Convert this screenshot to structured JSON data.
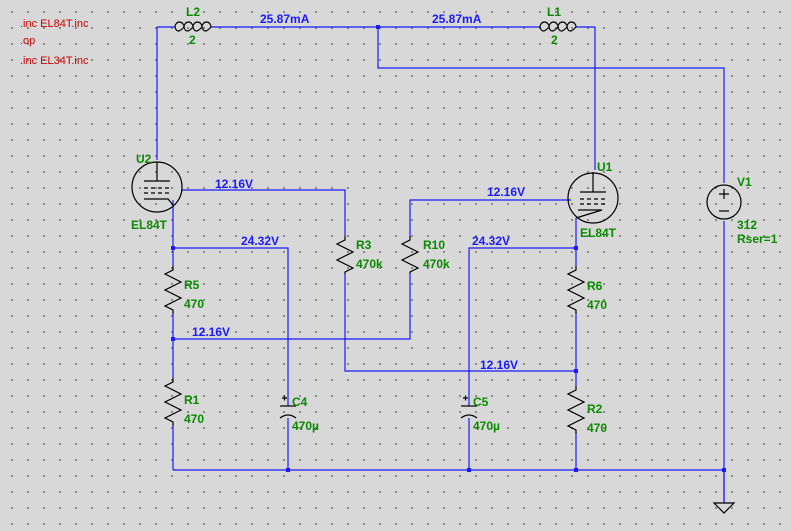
{
  "directives": [
    {
      "text": ".inc EL84T.inc"
    },
    {
      "text": ".op"
    },
    {
      "text": ".inc EL34T.inc"
    }
  ],
  "components": {
    "L2": {
      "name": "L2",
      "value": "2"
    },
    "L1": {
      "name": "L1",
      "value": "2"
    },
    "U2": {
      "name": "U2",
      "value": "EL84T"
    },
    "U1": {
      "name": "U1",
      "value": "EL84T"
    },
    "V1": {
      "name": "V1",
      "value": "312",
      "param": "Rser=1"
    },
    "R3": {
      "name": "R3",
      "value": "470k"
    },
    "R10": {
      "name": "R10",
      "value": "470k"
    },
    "R5": {
      "name": "R5",
      "value": "470"
    },
    "R6": {
      "name": "R6",
      "value": "470"
    },
    "R1": {
      "name": "R1",
      "value": "470"
    },
    "R2": {
      "name": "R2",
      "value": "470"
    },
    "C4": {
      "name": "C4",
      "value": "470µ"
    },
    "C5": {
      "name": "C5",
      "value": "470µ"
    }
  },
  "annotations": {
    "current_left": "25.87mA",
    "current_right": "25.87mA",
    "v_grid_u2": "12.16V",
    "v_grid_u1": "12.16V",
    "v_cathode_u2": "24.32V",
    "v_cathode_u1": "24.32V",
    "v_mid_left": "12.16V",
    "v_mid_right": "12.16V"
  }
}
